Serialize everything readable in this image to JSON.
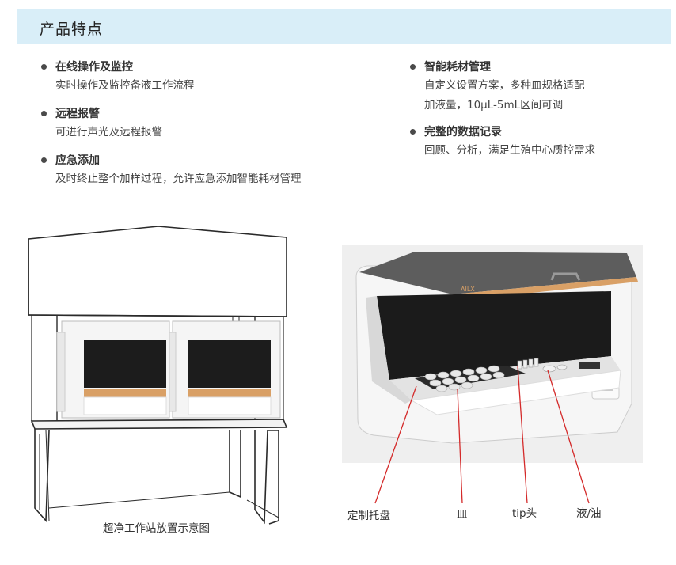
{
  "section_title": "产品特点",
  "features_left": [
    {
      "title": "在线操作及监控",
      "lines": [
        "实时操作及监控备液工作流程"
      ]
    },
    {
      "title": "远程报警",
      "lines": [
        "可进行声光及远程报警"
      ]
    },
    {
      "title": "应急添加",
      "lines": [
        "及时终止整个加样过程，允许应急添加智能耗材管理"
      ]
    }
  ],
  "features_right": [
    {
      "title": "智能耗材管理",
      "lines": [
        "自定义设置方案，多种皿规格适配",
        "加液量，10μL-5mL区间可调"
      ]
    },
    {
      "title": "完整的数据记录",
      "lines": [
        "回顾、分析，满足生殖中心质控需求"
      ]
    }
  ],
  "figure_left_caption": "超净工作站放置示意图",
  "device_brand": "AILX",
  "callouts": [
    "定制托盘",
    "皿",
    "tip头",
    "液/油"
  ],
  "colors": {
    "title_bg": "#d9eef8",
    "accent_wood": "#d9a066",
    "callout_line": "#d42a2a"
  }
}
